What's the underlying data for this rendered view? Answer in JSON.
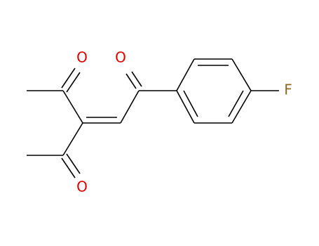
{
  "molecule": {
    "atoms": {
      "o_acetyl_top": {
        "symbol": "O",
        "color": "#e00000"
      },
      "o_acetyl_bottom": {
        "symbol": "O",
        "color": "#e00000"
      },
      "o_ketone": {
        "symbol": "O",
        "color": "#e00000"
      },
      "f_para": {
        "symbol": "F",
        "color": "#8a6a1a"
      }
    },
    "bond_color": "#000000"
  }
}
